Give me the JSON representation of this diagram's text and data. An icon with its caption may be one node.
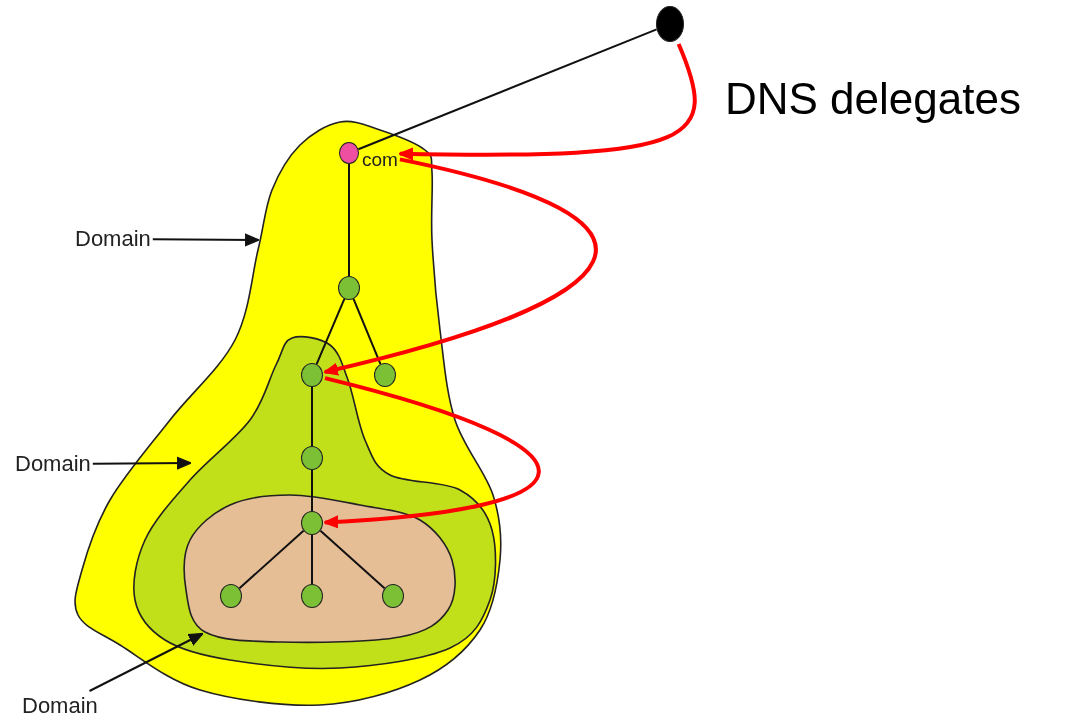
{
  "diagram": {
    "nodes": [
      {
        "text": [],
        "shape": "circle"
      },
      {
        "text": [],
        "shape": "blob"
      },
      {
        "text": [],
        "shape": "blob",
        "in": 1
      },
      {
        "text": [],
        "shape": "blob",
        "in": 2
      },
      {
        "text": [],
        "shape": "circle",
        "beside": [
          "com"
        ],
        "in": 1
      },
      {
        "text": [],
        "shape": "circle",
        "in": 1
      },
      {
        "text": [],
        "shape": "circle",
        "in": 2
      },
      {
        "text": [],
        "shape": "circle",
        "in": 1
      },
      {
        "text": [],
        "shape": "circle",
        "in": 2
      },
      {
        "text": [],
        "shape": "circle",
        "in": 3
      },
      {
        "text": [],
        "shape": "circle",
        "in": 3
      },
      {
        "text": [],
        "shape": "circle",
        "in": 3
      },
      {
        "text": [],
        "shape": "circle",
        "in": 3
      },
      {
        "text": [
          "Domain"
        ]
      },
      {
        "text": [
          "Domain"
        ]
      },
      {
        "text": [
          "Domain"
        ]
      }
    ],
    "edges": [
      {
        "from": 0,
        "to": 4,
        "arrow": "none"
      },
      {
        "from": 4,
        "to": 5,
        "arrow": "none"
      },
      {
        "from": 5,
        "to": 6,
        "arrow": "none"
      },
      {
        "from": 5,
        "to": 7,
        "arrow": "none"
      },
      {
        "from": 6,
        "to": 8,
        "arrow": "none"
      },
      {
        "from": 8,
        "to": 9,
        "arrow": "none"
      },
      {
        "from": 9,
        "to": 10,
        "arrow": "none"
      },
      {
        "from": 9,
        "to": 11,
        "arrow": "none"
      },
      {
        "from": 9,
        "to": 12,
        "arrow": "none"
      },
      {
        "from": 0,
        "to": 4,
        "arrow": "to",
        "style": "thick",
        "color": "#ff0000"
      },
      {
        "from": 4,
        "to": 6,
        "arrow": "to",
        "style": "thick",
        "color": "#ff0000"
      },
      {
        "from": 6,
        "to": 9,
        "arrow": "to",
        "style": "thick",
        "color": "#ff0000"
      },
      {
        "from": 13,
        "to": 1,
        "arrow": "to"
      },
      {
        "from": 14,
        "to": 2,
        "arrow": "to"
      },
      {
        "from": 15,
        "to": 3,
        "arrow": "to"
      }
    ],
    "labels": [
      "DNS delegates"
    ]
  }
}
